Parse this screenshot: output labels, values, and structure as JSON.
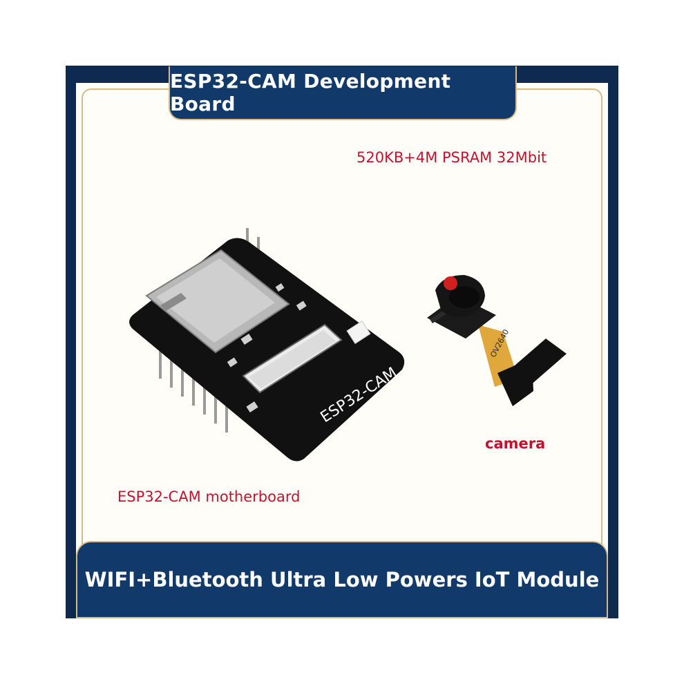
{
  "banner": {
    "title": "ESP32-CAM Development Board",
    "footer": "WIFI+Bluetooth Ultra Low Powers IoT Module"
  },
  "specs": {
    "memory": "520KB+4M PSRAM 32Mbit"
  },
  "labels": {
    "motherboard": "ESP32-CAM motherboard",
    "camera": "camera",
    "board_print": "ESP32-CAM",
    "sensor_print": "OV2640"
  },
  "colors": {
    "navy": "#0e2a50",
    "banner": "#113a6b",
    "gold": "#d9b98a",
    "label_red": "#c8102e"
  }
}
